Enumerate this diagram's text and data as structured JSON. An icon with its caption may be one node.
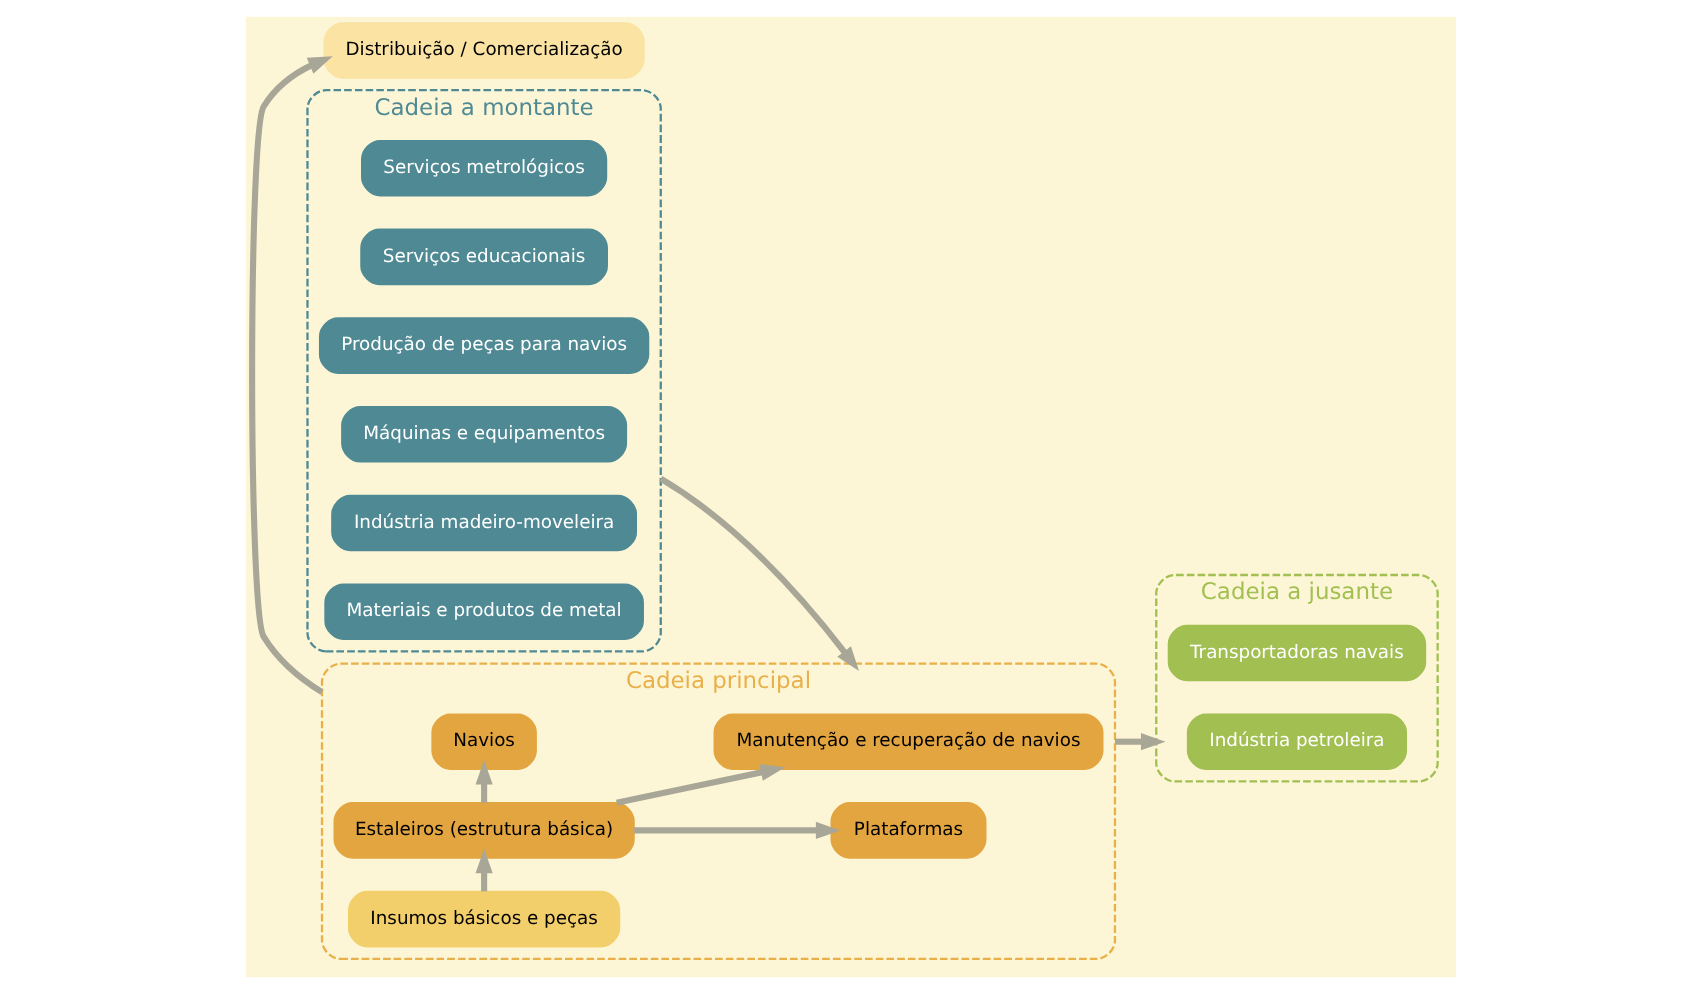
{
  "diagram": {
    "nodes": [
      {
        "text": [
          "Cadeia a montante"
        ]
      },
      {
        "text": [
          "Materiais e produtos de metal"
        ],
        "in": 0
      },
      {
        "text": [
          "Indústria madeiro-moveleira"
        ],
        "in": 0
      },
      {
        "text": [
          "Máquinas e equipamentos"
        ],
        "in": 0
      },
      {
        "text": [
          "Produção de peças para navios"
        ],
        "in": 0
      },
      {
        "text": [
          "Serviços educacionais"
        ],
        "in": 0
      },
      {
        "text": [
          "Serviços metrológicos"
        ],
        "in": 0
      },
      {
        "text": [
          "Cadeia principal"
        ]
      },
      {
        "text": [
          "Insumos básicos e peças"
        ],
        "in": 7
      },
      {
        "text": [
          "Estaleiros (estrutura básica)"
        ],
        "in": 7
      },
      {
        "text": [
          "Manutenção e recuperação de navios"
        ],
        "in": 7
      },
      {
        "text": [
          "Navios"
        ],
        "in": 7
      },
      {
        "text": [
          "Plataformas"
        ],
        "in": 7
      },
      {
        "text": [
          "Cadeia a jusante"
        ]
      },
      {
        "text": [
          "Indústria petroleira"
        ],
        "in": 13
      },
      {
        "text": [
          "Transportadoras navais"
        ],
        "in": 13
      },
      {
        "text": [
          "Distribuição / Comercialização"
        ]
      }
    ],
    "edges": [
      {
        "from": 0,
        "to": 7,
        "arrow": "to"
      },
      {
        "from": 8,
        "to": 9,
        "arrow": "to"
      },
      {
        "from": 9,
        "to": 10,
        "arrow": "to"
      },
      {
        "from": 7,
        "to": 13,
        "arrow": "to"
      },
      {
        "from": 9,
        "to": 11,
        "arrow": "to"
      },
      {
        "from": 9,
        "to": 12,
        "arrow": "to"
      },
      {
        "from": 7,
        "to": 16,
        "arrow": "to"
      }
    ]
  }
}
